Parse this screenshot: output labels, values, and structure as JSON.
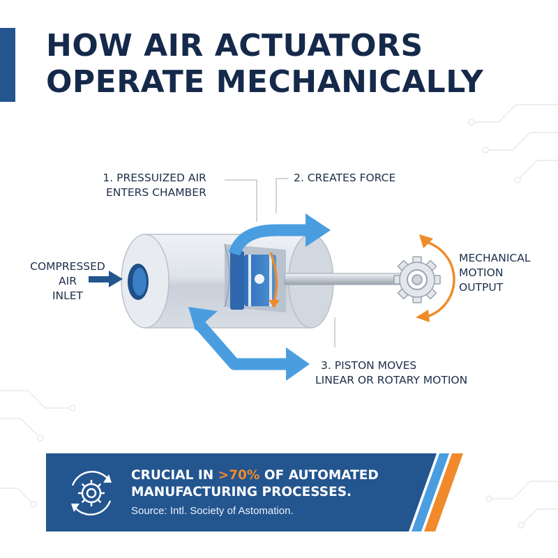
{
  "title": {
    "line1": "HOW AIR ACTUATORS",
    "line2": "OPERATE MECHANICALLY"
  },
  "steps": {
    "step1_line1": "1. PRESSUIZED AIR",
    "step1_line2": "ENTERS CHAMBER",
    "step2": "2. CREATES FORCE",
    "step3_line1": "3. PISTON MOVES",
    "step3_line2": "LINEAR OR ROTARY MOTION"
  },
  "inlet": {
    "line1": "COMPRESSED",
    "line2": "AIR",
    "line3": "INLET"
  },
  "output": {
    "line1": "MECHANICAL",
    "line2": "MOTION",
    "line3": "OUTPUT"
  },
  "banner": {
    "prefix": "CRUCIAL IN ",
    "highlight": ">70%",
    "suffix": " OF AUTOMATED",
    "line2": "MANUFACTURING PROCESSES.",
    "source": "Source: Intl. Society of Astomation.",
    "icon": "gear-cycle-icon"
  },
  "colors": {
    "navy": "#15294a",
    "brand_blue": "#23558f",
    "flow_blue": "#4a9ee0",
    "orange": "#f08a2a"
  }
}
